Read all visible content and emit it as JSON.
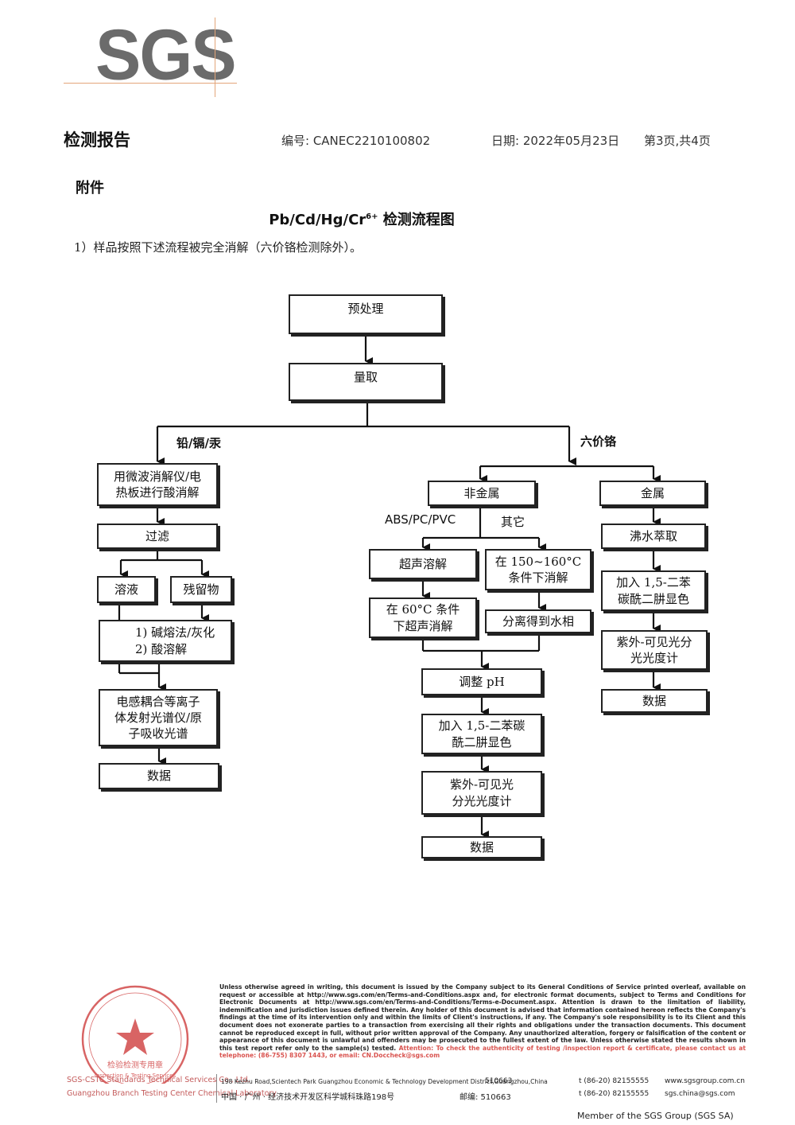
{
  "logo": {
    "text": "SGS"
  },
  "header": {
    "title": "检测报告",
    "report_no": "编号: CANEC2210100802",
    "date": "日期: 2022年05月23日",
    "page": "第3页,共4页"
  },
  "annex": "附件",
  "flow_title": {
    "main": "Pb/Cd/Hg/Cr",
    "sup": "6+",
    "suffix": " 检测流程图"
  },
  "intro": "1）样品按照下述流程被完全消解（六价铬检测除外）。",
  "flow": {
    "pretreat": "预处理",
    "measure": "量取",
    "left_branch": "铅/镉/汞",
    "right_branch": "六价铬",
    "acid_digest": "用微波消解仪/电\n热板进行酸消解",
    "filter": "过滤",
    "solution": "溶液",
    "residue": "残留物",
    "residue_treat": "1) 碱熔法/灰化\n2) 酸溶解",
    "icp": "电感耦合等离子\n体发射光谱仪/原\n子吸收光谱",
    "data_left": "数据",
    "nonmetal": "非金属",
    "metal": "金属",
    "abs_label": "ABS/PC/PVC",
    "other_label": "其它",
    "ultrasonic": "超声溶解",
    "digest_150": "在 150~160°C\n条件下消解",
    "ultra_60": "在 60°C 条件\n下超声消解",
    "separate": "分离得到水相",
    "adjust_ph": "调整 pH",
    "add_dpc_mid": "加入 1,5-二苯碳\n酰二肼显色",
    "uv_mid": "紫外-可见光\n分光光度计",
    "data_mid": "数据",
    "boil": "沸水萃取",
    "add_dpc_right": "加入 1,5-二苯\n碳酰二肼显色",
    "uv_right": "紫外-可见光分\n光光度计",
    "data_right": "数据"
  },
  "footer": {
    "disclaimer": "Unless otherwise agreed in writing, this document is issued by the Company subject to its General Conditions of Service printed overleaf, available on request or accessible at http://www.sgs.com/en/Terms-and-Conditions.aspx and, for electronic format documents, subject to Terms and Conditions for Electronic Documents at http://www.sgs.com/en/Terms-and-Conditions/Terms-e-Document.aspx. Attention is drawn to the limitation of liability, indemnification and jurisdiction issues defined therein. Any holder of this document is advised that information contained hereon reflects the Company's findings at the time of its intervention only and within the limits of Client's instructions, if any. The Company's sole responsibility is to its Client and this document does not exonerate parties to a transaction from exercising all their rights and obligations under the transaction documents. This document cannot be reproduced except in full, without prior written approval of the Company. Any unauthorized alteration, forgery or falsification of the content or appearance of this document is unlawful and offenders may be prosecuted to the fullest extent of the law. Unless otherwise stated the results shown in this test report refer only to the sample(s) tested.",
    "attention": "Attention: To check the authenticity of testing /inspection report & certificate, please contact us at telephone: (86-755) 8307 1443, or email: CN.Doccheck@sgs.com",
    "address_en": "198 Kezhu Road,Scientech Park Guangzhou Economic & Technology Development District,Guangzhou,China",
    "postcode_en": "510663",
    "tel": "t (86-20) 82155555",
    "web": "www.sgsgroup.com.cn",
    "address_cn": "中国 · 广州 · 经济技术开发区科学城科珠路198号",
    "postcode_cn": "邮编: 510663",
    "tel2": "t (86-20) 82155555",
    "email": "sgs.china@sgs.com",
    "member": "Member of the SGS Group (SGS SA)",
    "seal_line1": "SGS-CSTC Standards Technical Services Co., Ltd.",
    "seal_line2": "Guangzhou Branch Testing Center Chemical Laboratory",
    "seal_text": "检验检测专用章",
    "seal_sub": "Inspection & Testing Services"
  },
  "colors": {
    "logo_gray": "#6b6b6b",
    "logo_line": "#e3a57a",
    "seal_red": "#d24a4a",
    "attention_red": "#d9534f"
  }
}
